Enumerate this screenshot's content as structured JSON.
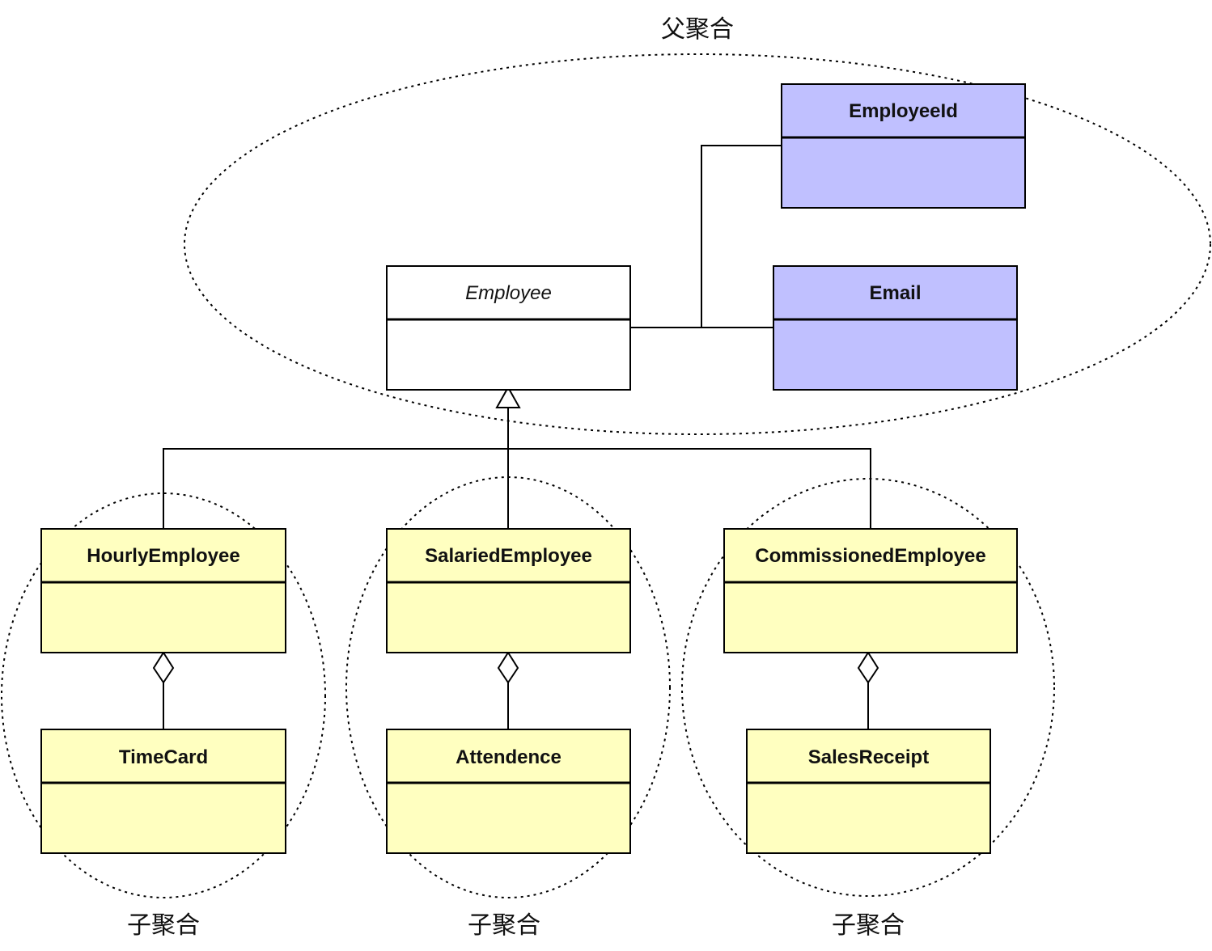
{
  "diagram": {
    "regions": {
      "parent_label": "父聚合",
      "child_labels": [
        "子聚合",
        "子聚合",
        "子聚合"
      ]
    },
    "classes": {
      "employee": {
        "name": "Employee",
        "abstract": true
      },
      "employee_id": {
        "name": "EmployeeId"
      },
      "email": {
        "name": "Email"
      },
      "hourly_employee": {
        "name": "HourlyEmployee"
      },
      "salaried_employee": {
        "name": "SalariedEmployee"
      },
      "commissioned_employee": {
        "name": "CommissionedEmployee"
      },
      "time_card": {
        "name": "TimeCard"
      },
      "attendence": {
        "name": "Attendence"
      },
      "sales_receipt": {
        "name": "SalesReceipt"
      }
    },
    "relationships": [
      {
        "type": "association",
        "from": "Employee",
        "to": "EmployeeId"
      },
      {
        "type": "association",
        "from": "Employee",
        "to": "Email"
      },
      {
        "type": "generalization",
        "from": "HourlyEmployee",
        "to": "Employee"
      },
      {
        "type": "generalization",
        "from": "SalariedEmployee",
        "to": "Employee"
      },
      {
        "type": "generalization",
        "from": "CommissionedEmployee",
        "to": "Employee"
      },
      {
        "type": "aggregation",
        "whole": "HourlyEmployee",
        "part": "TimeCard"
      },
      {
        "type": "aggregation",
        "whole": "SalariedEmployee",
        "part": "Attendence"
      },
      {
        "type": "aggregation",
        "whole": "CommissionedEmployee",
        "part": "SalesReceipt"
      }
    ],
    "colors": {
      "value_object_fill": "#c0c0ff",
      "child_entity_fill": "#ffffc0",
      "root_fill": "#ffffff",
      "line": "#000000"
    }
  }
}
